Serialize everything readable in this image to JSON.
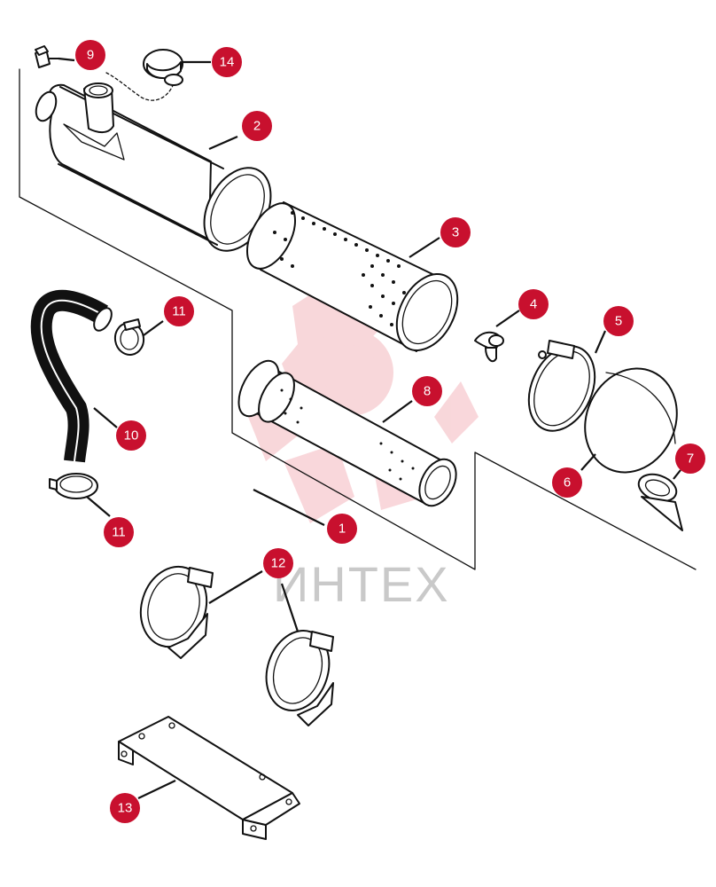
{
  "diagram": {
    "watermark_text": "ИНТЕХ",
    "accent_color": "#c8102e",
    "callout_text_color": "#ffffff",
    "callouts": [
      {
        "id": "c1",
        "label": "1"
      },
      {
        "id": "c2",
        "label": "2"
      },
      {
        "id": "c3",
        "label": "3"
      },
      {
        "id": "c4",
        "label": "4"
      },
      {
        "id": "c5",
        "label": "5"
      },
      {
        "id": "c6",
        "label": "6"
      },
      {
        "id": "c7",
        "label": "7"
      },
      {
        "id": "c8",
        "label": "8"
      },
      {
        "id": "c9",
        "label": "9"
      },
      {
        "id": "c10",
        "label": "10"
      },
      {
        "id": "c11a",
        "label": "11"
      },
      {
        "id": "c11b",
        "label": "11"
      },
      {
        "id": "c12",
        "label": "12"
      },
      {
        "id": "c13",
        "label": "13"
      },
      {
        "id": "c14",
        "label": "14"
      }
    ]
  }
}
